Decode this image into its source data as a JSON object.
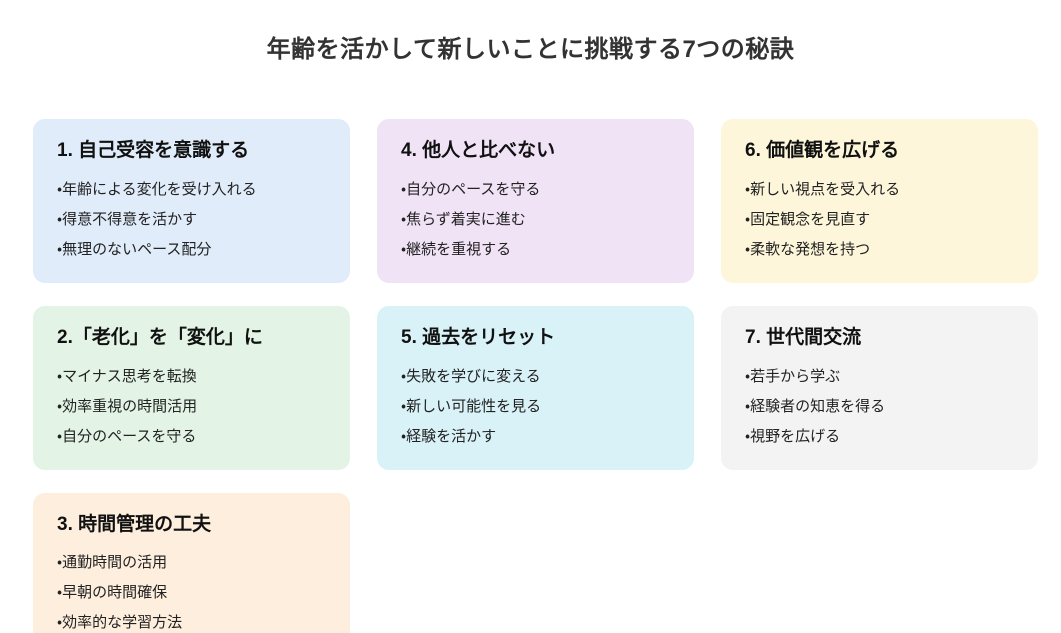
{
  "page": {
    "title": "年齢を活かして新しいことに挑戦する7つの秘訣",
    "background_color": "#ffffff",
    "title_color": "#333333",
    "text_color": "#222222"
  },
  "cards": [
    {
      "title": "1. 自己受容を意識する",
      "bg": "#e0ecf9",
      "items": [
        "・年齢による変化を受け入れる",
        "・得意不得意を活かす",
        "・無理のないペース配分"
      ]
    },
    {
      "title": "2.「老化」を「変化」に",
      "bg": "#e3f4e6",
      "items": [
        "・マイナス思考を転換",
        "・効率重視の時間活用",
        "・自分のペースを守る"
      ]
    },
    {
      "title": "3. 時間管理の工夫",
      "bg": "#fdeedd",
      "items": [
        "・通勤時間の活用",
        "・早朝の時間確保",
        "・効率的な学習方法"
      ]
    },
    {
      "title": "4. 他人と比べない",
      "bg": "#f0e3f6",
      "items": [
        "・自分のペースを守る",
        "・焦らず着実に進む",
        "・継続を重視する"
      ]
    },
    {
      "title": "5. 過去をリセット",
      "bg": "#d9f2f8",
      "items": [
        "・失敗を学びに変える",
        "・新しい可能性を見る",
        "・経験を活かす"
      ]
    },
    {
      "title": "6. 価値観を広げる",
      "bg": "#fdf6da",
      "items": [
        "・新しい視点を受入れる",
        "・固定観念を見直す",
        "・柔軟な発想を持つ"
      ]
    },
    {
      "title": "7. 世代間交流",
      "bg": "#f3f3f3",
      "items": [
        "・若手から学ぶ",
        "・経験者の知恵を得る",
        "・視野を広げる"
      ]
    }
  ]
}
